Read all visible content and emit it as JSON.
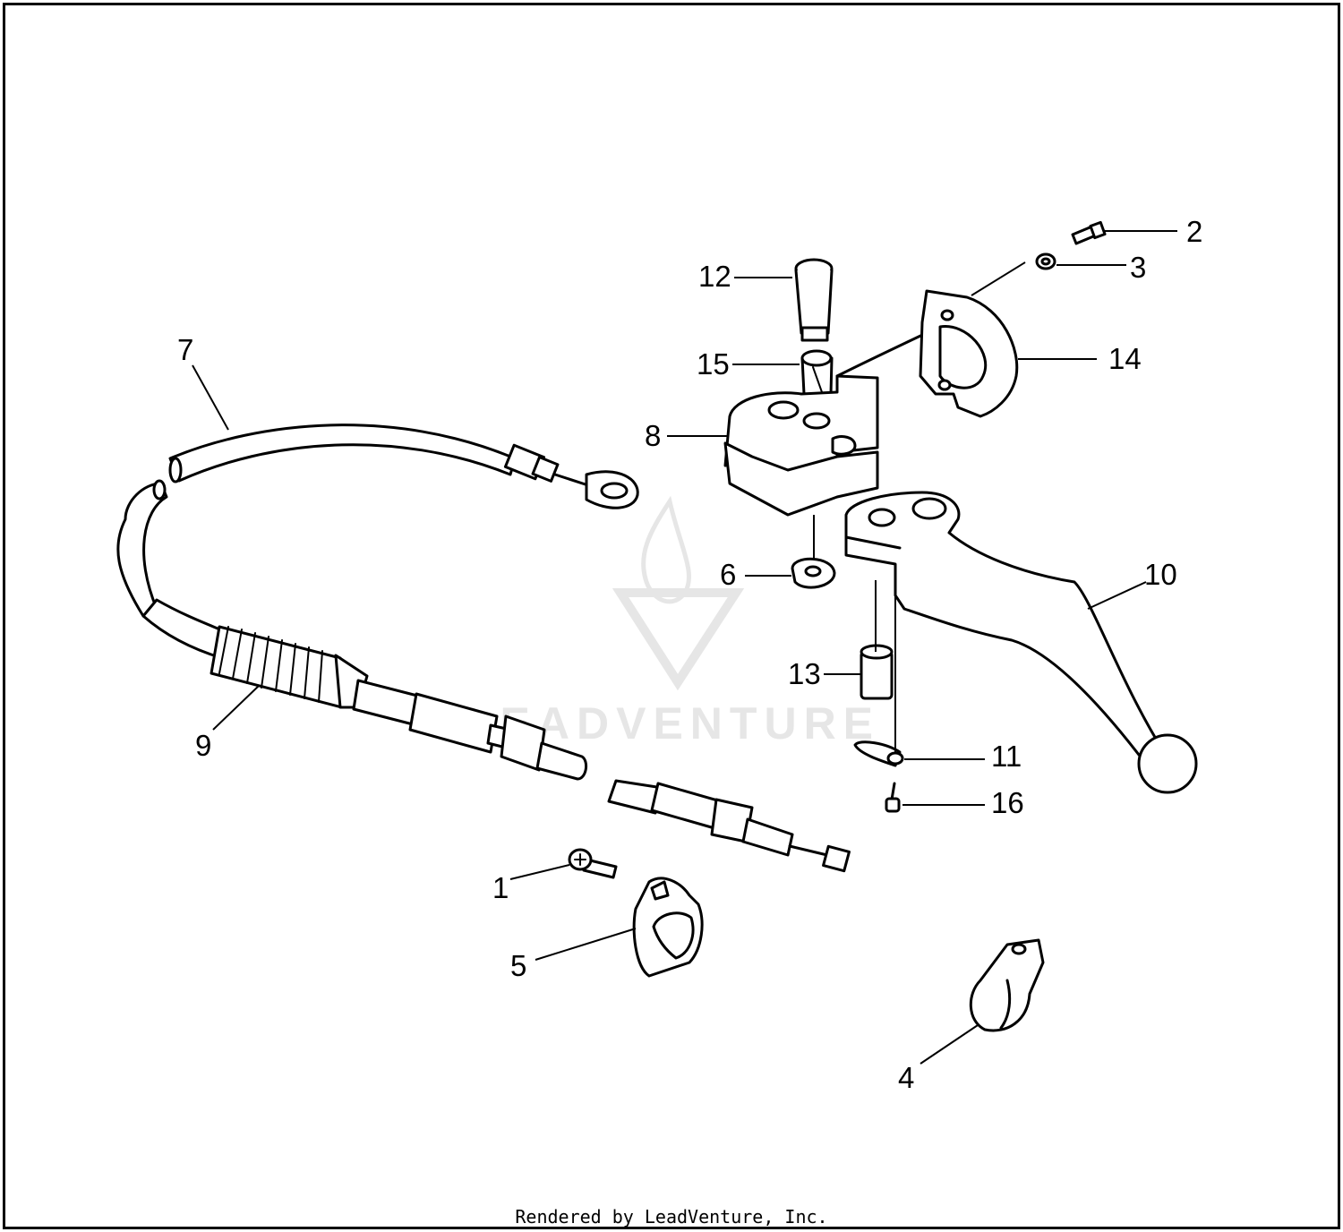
{
  "diagram": {
    "callouts": {
      "c1": "1",
      "c2": "2",
      "c3": "3",
      "c4": "4",
      "c5": "5",
      "c6": "6",
      "c7": "7",
      "c8": "8",
      "c9": "9",
      "c10": "10",
      "c11": "11",
      "c12": "12",
      "c13": "13",
      "c14": "14",
      "c15": "15",
      "c16": "16"
    },
    "watermark": "LEADVENTURE",
    "footer": "Rendered by LeadVenture, Inc."
  },
  "colors": {
    "line": "#000000",
    "background": "#ffffff",
    "watermark": "#e6e6e6"
  }
}
